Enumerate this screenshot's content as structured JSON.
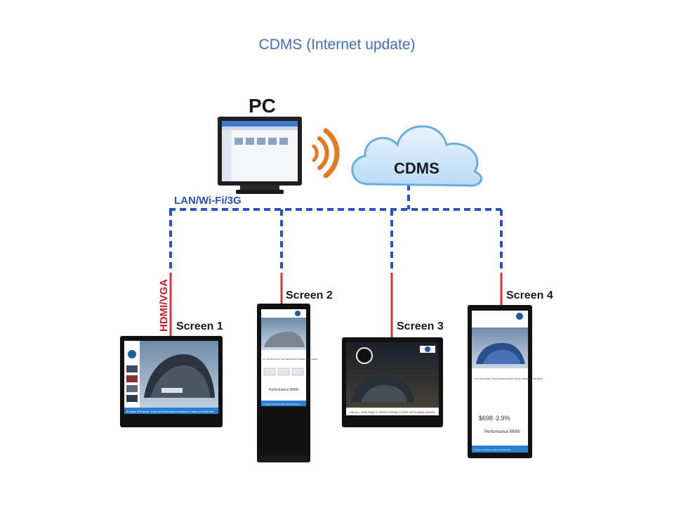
{
  "title": "CDMS (Internet update)",
  "pc": {
    "label": "PC"
  },
  "cloud": {
    "label": "CDMS"
  },
  "network": {
    "label": "LAN/Wi-Fi/3G",
    "color": "#2a52c8"
  },
  "cable": {
    "label": "HDMI/VGA",
    "color": "#e0303a"
  },
  "screens": [
    {
      "label": "Screen 1",
      "footer": "A range of finance, lease and insurance solutions to help you drive the"
    },
    {
      "label": "Screen 2",
      "headline": "ALL IN FAVOR OF OUR NEW RATE LOWER THAN EVER",
      "brand": "Performance BMW",
      "footer": "A range of finance, lease and insurance"
    },
    {
      "label": "Screen 3",
      "caption": "THE ALL NEW BMW X SERIES GRAN COUPE WITH BMW xDRIVE"
    },
    {
      "label": "Screen 4",
      "headline": "YOU'VE RAISED YOUR EXPECTATIONS WE'VE LOWERED THE RATE.",
      "price_1": "$698",
      "price_2": "3.9%",
      "brand": "Performance BMW",
      "footer": "A range of finance, lease and insurance"
    }
  ],
  "colors": {
    "wifi": "#e87722",
    "cloud_fill": "#cfe6f8",
    "cloud_stroke": "#6aaee0",
    "title": "#3f6fbf"
  }
}
